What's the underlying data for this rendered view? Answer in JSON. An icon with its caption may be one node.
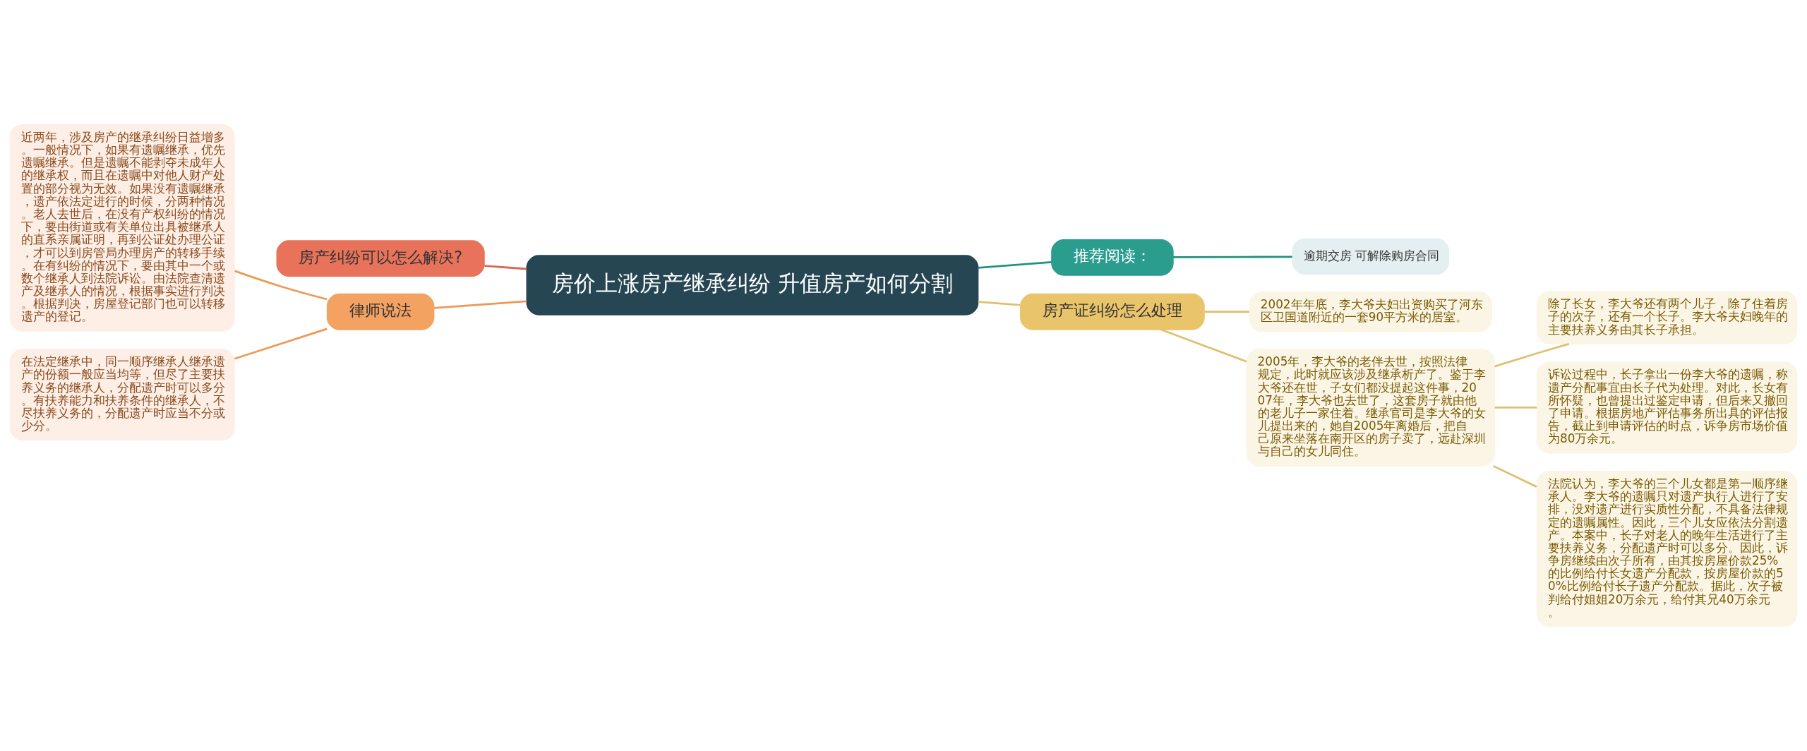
{
  "diagram": {
    "nodes": [
      {
        "text": [
          "房价上涨房产继承纠纷 升值房产如何分割"
        ]
      },
      {
        "text": [
          "房产纠纷可以怎么解决?"
        ]
      },
      {
        "text": [
          "律师说法"
        ]
      },
      {
        "text": [
          "近两年，涉及房产的继承纠纷日益增多。一般情况下，如果有遗嘱继承，优先遗嘱继承。但是遗嘱不能剥夺未成年人的继承权，而且在遗嘱中对他人财产处置的部分视为无效。如果没有遗嘱继承，遗产依法定进行的时候，分两种情况。老人去世后，在没有产权纠纷的情况下，要由街道或有关单位出具被继承人的直系亲属证明，再到公证处办理公证，才可以到房管局办理房产的转移手续。在有纠纷的情况下，要由其中一个或数个继承人到法院诉讼。由法院查清遗产及继承人的情况，根据事实进行判决。根据判决，房屋登记部门也可以转移遗产的登记。"
        ]
      },
      {
        "text": [
          "在法定继承中，同一顺序继承人继承遗产的份额一般应当均等，但尽了主要扶养义务的继承人，分配遗产时可以多分。有扶养能力和扶养条件的继承人，不尽扶养义务的，分配遗产时应当不分或少分。"
        ]
      },
      {
        "text": [
          "推荐阅读："
        ]
      },
      {
        "text": [
          "逾期交房 可解除购房合同"
        ]
      },
      {
        "text": [
          "房产证纠纷怎么处理"
        ]
      },
      {
        "text": [
          "2002年年底，李大爷夫妇出资购买了河东区卫国道附近的一套90平方米的居室。"
        ]
      },
      {
        "text": [
          "2005年，李大爷的老伴去世，按照法律规定，此时就应该涉及继承析产了。鉴于李大爷还在世，子女们都没提起这件事，2007年，李大爷也去世了，这套房子就由他的老儿子一家住着。继承官司是李大爷的女儿提出来的，她自2005年离婚后，把自己原来坐落在南开区的房子卖了，远赴深圳与自己的女儿同住。"
        ]
      },
      {
        "text": [
          "除了长女，李大爷还有两个儿子，除了住着房子的次子，还有一个长子。李大爷夫妇晚年的主要扶养义务由其长子承担。"
        ]
      },
      {
        "text": [
          "诉讼过程中，长子拿出一份李大爷的遗嘱，称遗产分配事宜由长子代为处理。对此，长女有所怀疑，也曾提出过鉴定申请，但后来又撤回了申请。根据房地产评估事务所出具的评估报告，截止到申请评估的时点，诉争房市场价值为80万余元。"
        ]
      },
      {
        "text": [
          "法院认为，李大爷的三个儿女都是第一顺序继承人。李大爷的遗嘱只对遗产执行人进行了安排，没对遗产进行实质性分配，不具备法律规定的遗嘱属性。因此，三个儿女应依法分割遗产。本案中，长子对老人的晚年生活进行了主要扶养义务，分配遗产时可以多分。因此，诉争房继续由次子所有，由其按房屋价款25%的比例给付长女遗产分配款，按房屋价款的50%比例给付长子遗产分配款。据此，次子被判给付姐姐20万余元，给付其兄40万余元。"
        ]
      }
    ],
    "edges": [
      {
        "from": 0,
        "to": 1,
        "arrow": "none",
        "color": "#d9674e"
      },
      {
        "from": 0,
        "to": 2,
        "arrow": "none",
        "color": "#ec9a55"
      },
      {
        "from": 2,
        "to": 3,
        "arrow": "none",
        "color": "#ec9a55"
      },
      {
        "from": 2,
        "to": 4,
        "arrow": "none",
        "color": "#ec9a55"
      },
      {
        "from": 0,
        "to": 5,
        "arrow": "none",
        "color": "#23917f"
      },
      {
        "from": 5,
        "to": 6,
        "arrow": "none",
        "color": "#23917f"
      },
      {
        "from": 0,
        "to": 7,
        "arrow": "none"
      },
      {
        "from": 7,
        "to": 8,
        "arrow": "none"
      },
      {
        "from": 7,
        "to": 9,
        "arrow": "none"
      },
      {
        "from": 9,
        "to": 10,
        "arrow": "none"
      },
      {
        "from": 9,
        "to": 11,
        "arrow": "none"
      },
      {
        "from": 9,
        "to": 12,
        "arrow": "none"
      }
    ]
  }
}
